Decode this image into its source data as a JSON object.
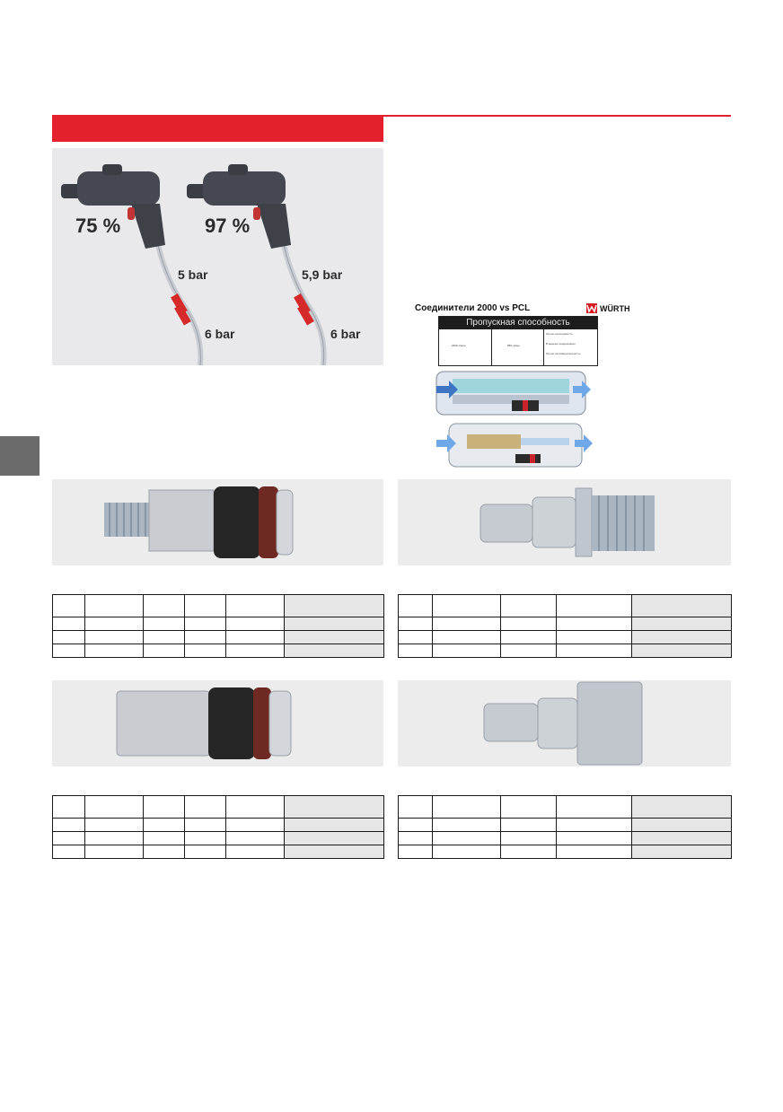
{
  "illustration": {
    "left_percent": "75 %",
    "right_percent": "97 %",
    "left_pressure_tool": "5 bar",
    "left_pressure_line": "6 bar",
    "right_pressure_tool": "5,9 bar",
    "right_pressure_line": "6 bar"
  },
  "comparison": {
    "title": "Соединители 2000 vs PCL",
    "logo": "WÜRTH",
    "table_header": "Пропускная способность",
    "col1": "2000 л/мин",
    "col2": "880 л/мин",
    "notes": [
      "Лучше проходимость",
      "В меньше конденсация",
      "Лучше производительность"
    ]
  },
  "tables": [
    {
      "cols": [
        36,
        65,
        46,
        46,
        65,
        110
      ],
      "rows": 4
    },
    {
      "cols": [
        38,
        75,
        62,
        84,
        110
      ],
      "rows": 4
    },
    {
      "cols": [
        36,
        65,
        46,
        46,
        65,
        110
      ],
      "rows": 4
    },
    {
      "cols": [
        38,
        75,
        62,
        84,
        110
      ],
      "rows": 4
    }
  ],
  "colors": {
    "brand_red": "#e3202b",
    "side_tab": "#6b6b6b",
    "table_shade": "#e6e6e6"
  }
}
